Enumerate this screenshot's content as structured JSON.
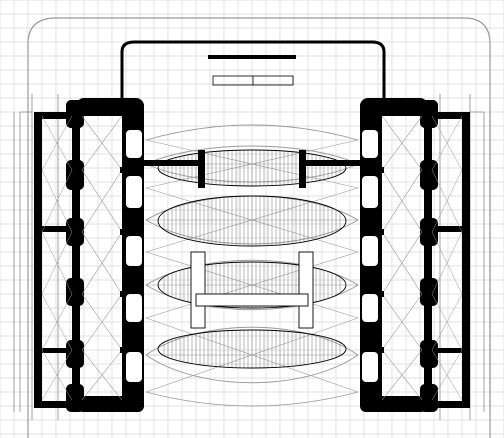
{
  "drawing": {
    "kind": "architectural floor plan",
    "colors": {
      "wall": "#000000",
      "grid": "#d8d8d8",
      "hairline": "#9a9a9a",
      "background": "#ffffff"
    },
    "icons": [
      "stair-treads",
      "elliptical-vault",
      "structural-pier"
    ]
  }
}
